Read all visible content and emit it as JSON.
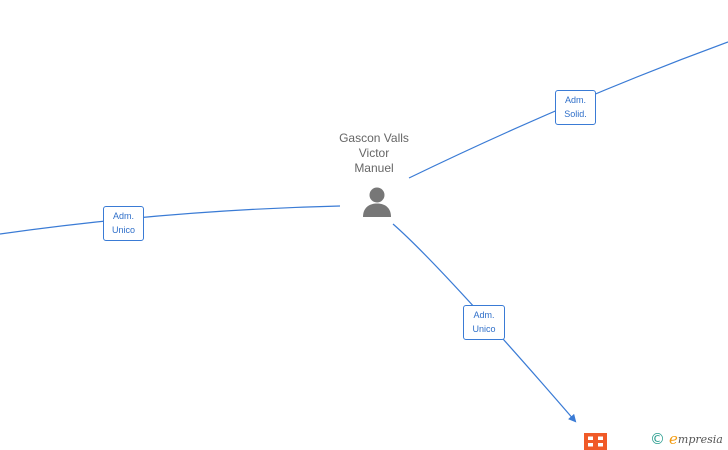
{
  "person": {
    "name_lines": [
      "Gascon Valls",
      "Victor",
      "Manuel"
    ],
    "icon": "person-icon"
  },
  "relations": [
    {
      "role_lines": [
        "Adm.",
        "Unico"
      ]
    },
    {
      "role_lines": [
        "Adm.",
        "Solid."
      ]
    },
    {
      "role_lines": [
        "Adm.",
        "Unico"
      ]
    }
  ],
  "company": {
    "icon": "building-icon"
  },
  "brand": {
    "copyright": "©",
    "initial": "e",
    "rest": "mpresia"
  },
  "colors": {
    "edge": "#3a7bd5",
    "label": "#666666",
    "person": "#777777",
    "company": "#f05a28",
    "brand_accent": "#f39c12",
    "brand_copyright": "#2a9d8f"
  }
}
